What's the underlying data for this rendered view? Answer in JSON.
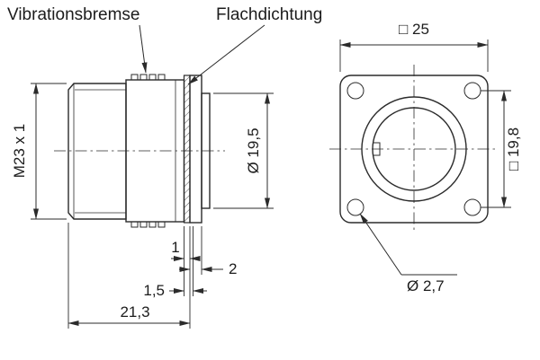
{
  "page": {
    "background": "#ffffff",
    "line_color": "#2b2b2b"
  },
  "callouts": {
    "vibration_brake": "Vibrationsbremse",
    "flat_gasket": "Flachdichtung"
  },
  "dimensions": {
    "thread": "M23 x 1",
    "collar_diameter": "Ø 19,5",
    "flange_square": "□ 25",
    "hole_pattern": "□ 19,8",
    "hole_diameter": "Ø 2,7",
    "gasket_thickness": "1",
    "flange_thickness": "2",
    "gasket_to_panel": "1,5",
    "total_length": "21,3"
  }
}
